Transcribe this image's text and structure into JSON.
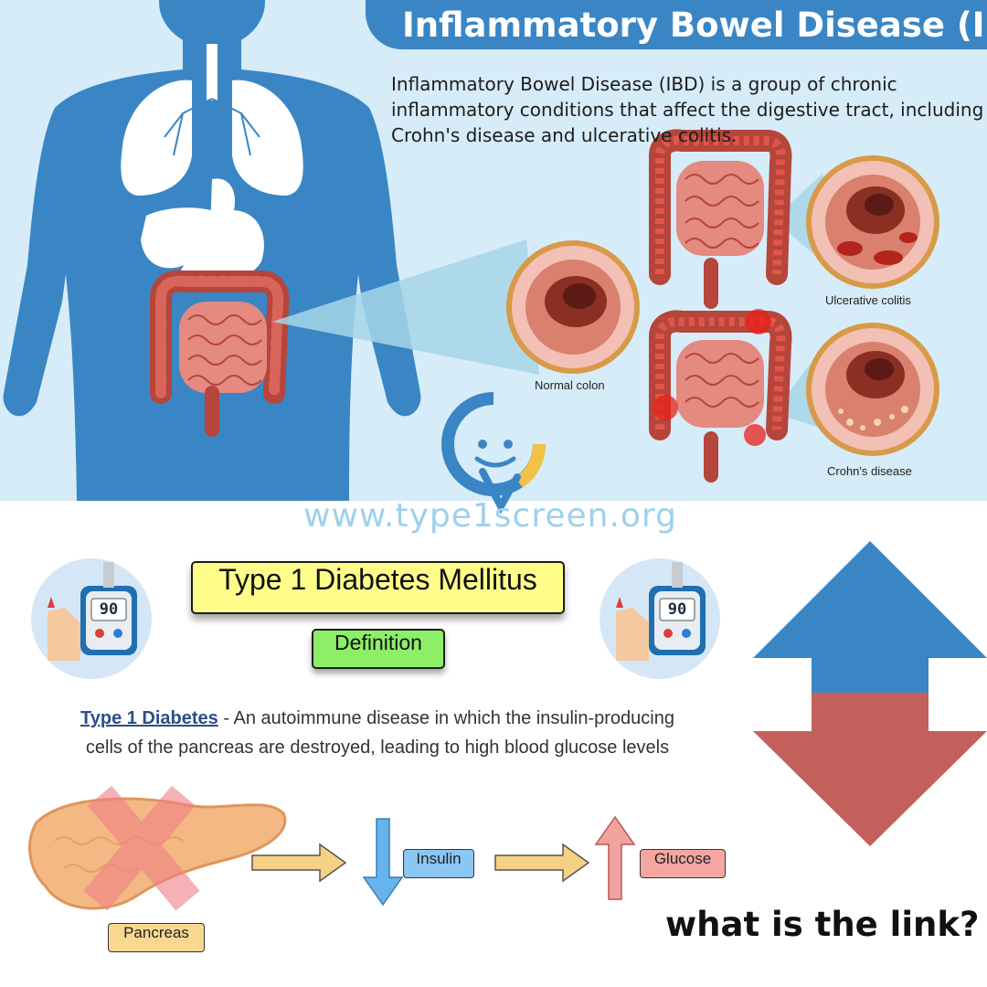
{
  "ibd": {
    "title": "Inflammatory Bowel Disease (IBD)",
    "description": "Inflammatory Bowel Disease (IBD) is a group of chronic inflammatory conditions that affect the digestive tract, including Crohn's disease and ulcerative colitis.",
    "captions": {
      "normal": "Normal colon",
      "uc": "Ulcerative colitis",
      "crohns": "Crohn's disease"
    }
  },
  "watermark": {
    "url": "www.type1screen.org"
  },
  "t1d": {
    "title": "Type 1 Diabetes Mellitus",
    "badge": "Definition",
    "term": "Type 1 Diabetes",
    "definition_line1": " - An autoimmune disease in which the insulin-producing",
    "definition_line2": "cells of the pancreas are destroyed, leading to high blood glucose levels",
    "meter_reading": "90",
    "labels": {
      "pancreas": "Pancreas",
      "insulin": "Insulin",
      "glucose": "Glucose"
    }
  },
  "question": "what is the link?",
  "colors": {
    "brand_blue": "#3a86c4",
    "arrow_red": "#c3605b",
    "background_blue": "#d6ecf8"
  }
}
